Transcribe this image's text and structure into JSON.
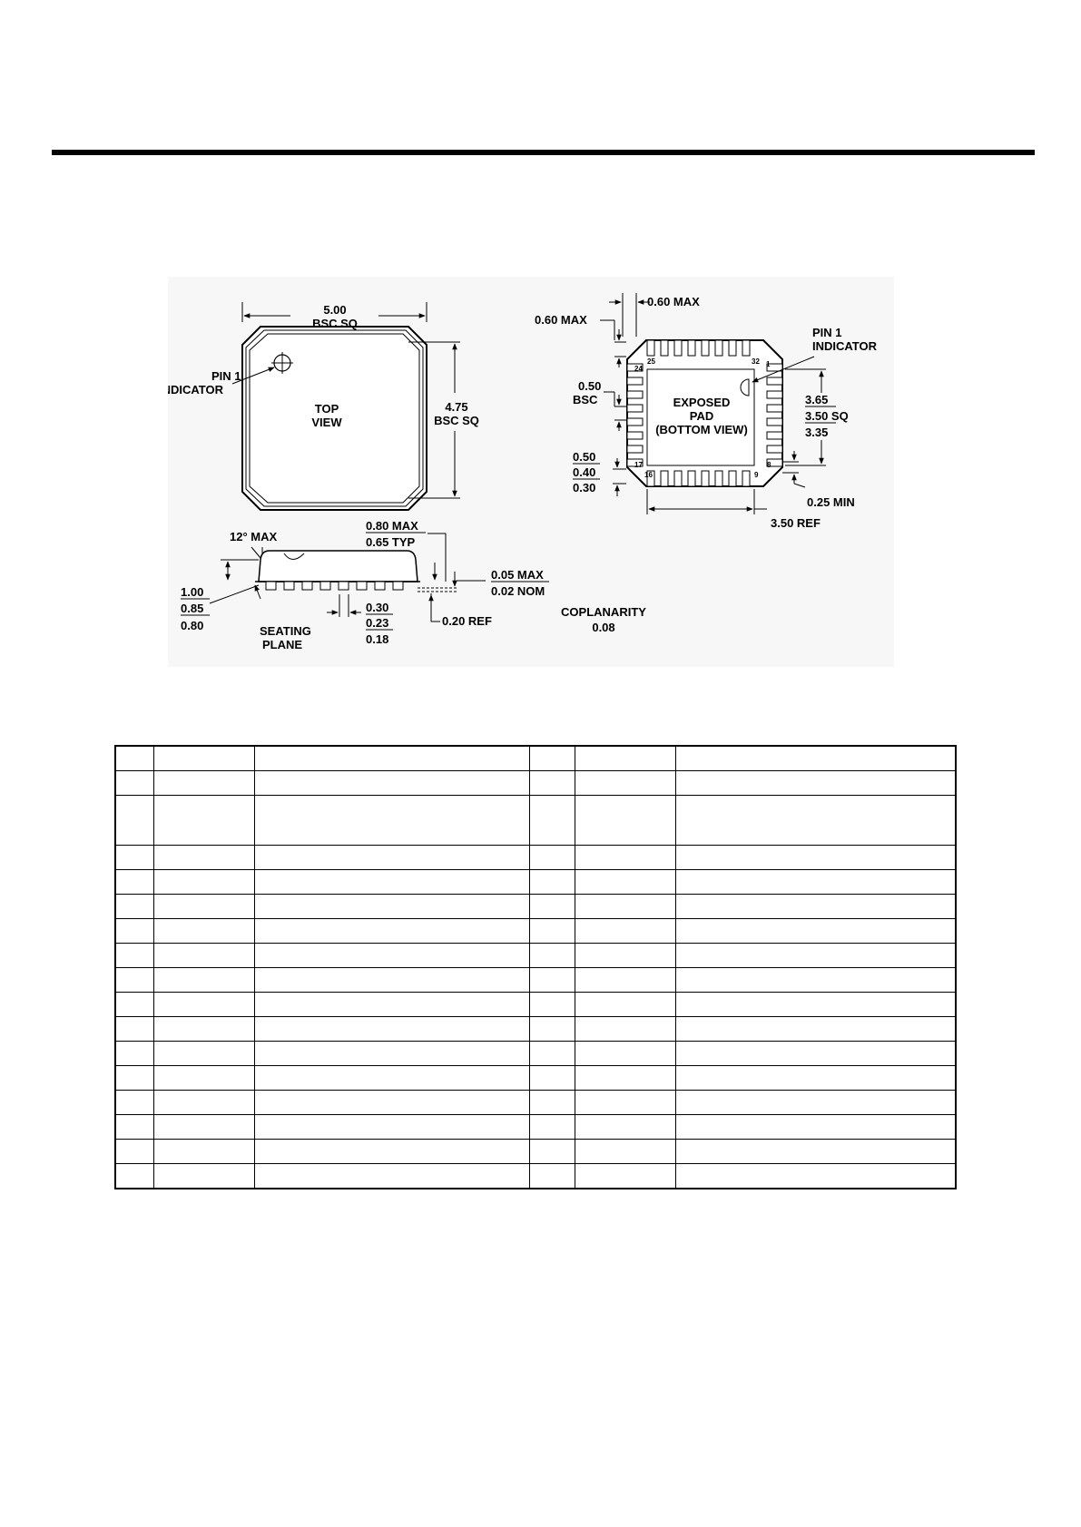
{
  "drawing": {
    "top_view": {
      "width_dim": "5.00",
      "width_dim_2": "BSC SQ",
      "height_dim": "4.75",
      "height_dim_2": "BSC SQ",
      "pin1_line1": "PIN 1",
      "pin1_line2": "INDICATOR",
      "view_line1": "TOP",
      "view_line2": "VIEW"
    },
    "bottom_view": {
      "pin_pitch_top": "0.60 MAX",
      "pin_pitch_left": "0.60 MAX",
      "pin1_line1": "PIN 1",
      "pin1_line2": "INDICATOR",
      "pad_line1": "EXPOSED",
      "pad_line2": "PAD",
      "pad_line3": "(BOTTOM VIEW)",
      "pitch_value": "0.50",
      "pitch_unit": "BSC",
      "pad_max": "3.65",
      "pad_nom": "3.50 SQ",
      "pad_min": "3.35",
      "lead_max": "0.50",
      "lead_nom": "0.40",
      "lead_min": "0.30",
      "min_gap": "0.25 MIN",
      "ref_width": "3.50 REF",
      "pin_25": "25",
      "pin_32": "32",
      "pin_1": "1",
      "pin_24": "24",
      "pin_17": "17",
      "pin_16": "16",
      "pin_9": "9",
      "pin_8": "8"
    },
    "side_view": {
      "angle": "12° MAX",
      "body_max": "0.80 MAX",
      "body_typ": "0.65 TYP",
      "h_max": "1.00",
      "h_nom": "0.85",
      "h_min": "0.80",
      "standoff_max": "0.05 MAX",
      "standoff_nom": "0.02 NOM",
      "lead_max": "0.30",
      "lead_nom": "0.23",
      "lead_min": "0.18",
      "ref": "0.20 REF",
      "seating_line1": "SEATING",
      "seating_line2": "PLANE"
    },
    "coplanarity_label": "COPLANARITY",
    "coplanarity_value": "0.08"
  }
}
